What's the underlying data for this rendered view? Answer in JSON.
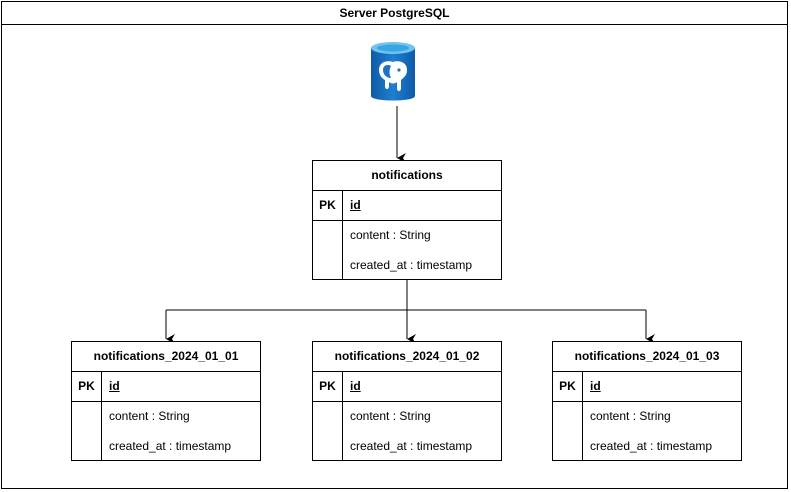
{
  "container": {
    "title": "Server PostgreSQL"
  },
  "database_icon": {
    "icon": "postgresql-database-icon",
    "color": "#1e74c2"
  },
  "parent_table": {
    "title": "notifications",
    "pk_label": "PK",
    "pk_field": "id",
    "fields": [
      "content : String",
      "created_at : timestamp"
    ]
  },
  "partitions": [
    {
      "title": "notifications_2024_01_01",
      "pk_label": "PK",
      "pk_field": "id",
      "fields": [
        "content : String",
        "created_at : timestamp"
      ]
    },
    {
      "title": "notifications_2024_01_02",
      "pk_label": "PK",
      "pk_field": "id",
      "fields": [
        "content : String",
        "created_at : timestamp"
      ]
    },
    {
      "title": "notifications_2024_01_03",
      "pk_label": "PK",
      "pk_field": "id",
      "fields": [
        "content : String",
        "created_at : timestamp"
      ]
    }
  ]
}
